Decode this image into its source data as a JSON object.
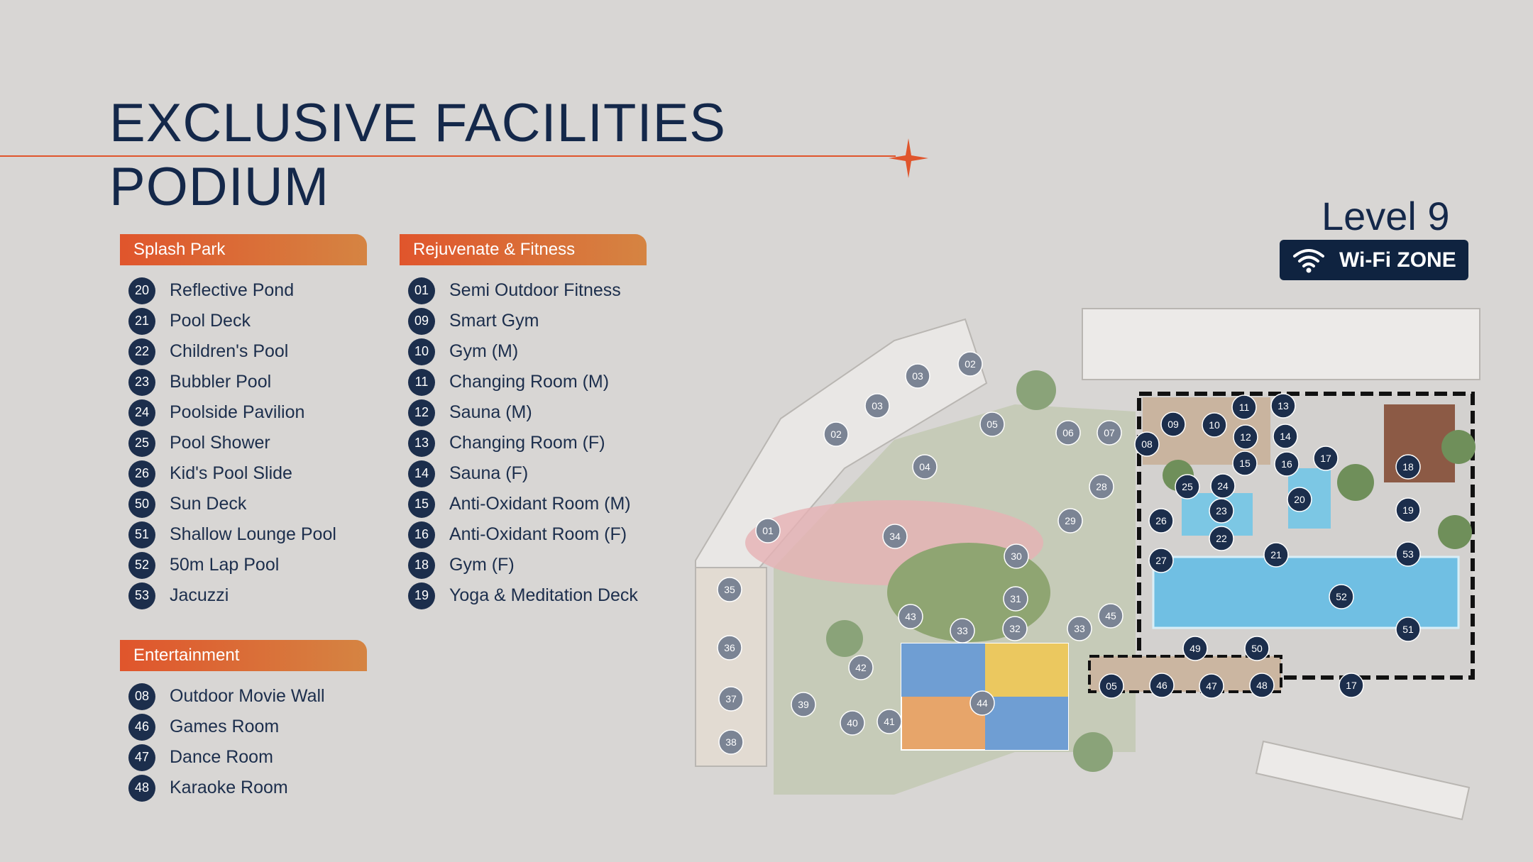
{
  "heading": {
    "line1": "EXCLUSIVE FACILITIES",
    "line2": "PODIUM"
  },
  "colors": {
    "accent": "#e0552c",
    "navy": "#1c2e4c",
    "background": "#d8d6d4"
  },
  "sections": {
    "splash": {
      "title": "Splash Park",
      "items": [
        {
          "num": "20",
          "label": "Reflective Pond"
        },
        {
          "num": "21",
          "label": "Pool Deck"
        },
        {
          "num": "22",
          "label": "Children's Pool"
        },
        {
          "num": "23",
          "label": "Bubbler Pool"
        },
        {
          "num": "24",
          "label": "Poolside Pavilion"
        },
        {
          "num": "25",
          "label": "Pool Shower"
        },
        {
          "num": "26",
          "label": "Kid's Pool Slide"
        },
        {
          "num": "50",
          "label": "Sun Deck"
        },
        {
          "num": "51",
          "label": "Shallow Lounge Pool"
        },
        {
          "num": "52",
          "label": "50m Lap Pool"
        },
        {
          "num": "53",
          "label": "Jacuzzi"
        }
      ]
    },
    "fitness": {
      "title": "Rejuvenate & Fitness",
      "items": [
        {
          "num": "01",
          "label": "Semi Outdoor Fitness"
        },
        {
          "num": "09",
          "label": "Smart Gym"
        },
        {
          "num": "10",
          "label": "Gym (M)"
        },
        {
          "num": "11",
          "label": "Changing Room (M)"
        },
        {
          "num": "12",
          "label": "Sauna (M)"
        },
        {
          "num": "13",
          "label": "Changing Room (F)"
        },
        {
          "num": "14",
          "label": "Sauna (F)"
        },
        {
          "num": "15",
          "label": "Anti-Oxidant Room (M)"
        },
        {
          "num": "16",
          "label": "Anti-Oxidant Room (F)"
        },
        {
          "num": "18",
          "label": "Gym (F)"
        },
        {
          "num": "19",
          "label": "Yoga & Meditation Deck"
        }
      ]
    },
    "entertainment": {
      "title": "Entertainment",
      "items": [
        {
          "num": "08",
          "label": "Outdoor Movie Wall"
        },
        {
          "num": "46",
          "label": "Games Room"
        },
        {
          "num": "47",
          "label": "Dance Room"
        },
        {
          "num": "48",
          "label": "Karaoke Room"
        }
      ]
    }
  },
  "level": {
    "label": "Level 9",
    "wifi": "Wi-Fi ZONE"
  },
  "map": {
    "markers": [
      "02",
      "03",
      "03",
      "02",
      "05",
      "04",
      "06",
      "07",
      "01",
      "28",
      "29",
      "34",
      "30",
      "31",
      "43",
      "33",
      "32",
      "33",
      "45",
      "35",
      "36",
      "42",
      "44",
      "39",
      "37",
      "38",
      "40",
      "41",
      "09",
      "10",
      "11",
      "13",
      "12",
      "14",
      "08",
      "15",
      "16",
      "17",
      "18",
      "25",
      "24",
      "20",
      "23",
      "26",
      "22",
      "19",
      "21",
      "53",
      "27",
      "52",
      "51",
      "49",
      "50",
      "05",
      "46",
      "47",
      "48",
      "17"
    ]
  }
}
